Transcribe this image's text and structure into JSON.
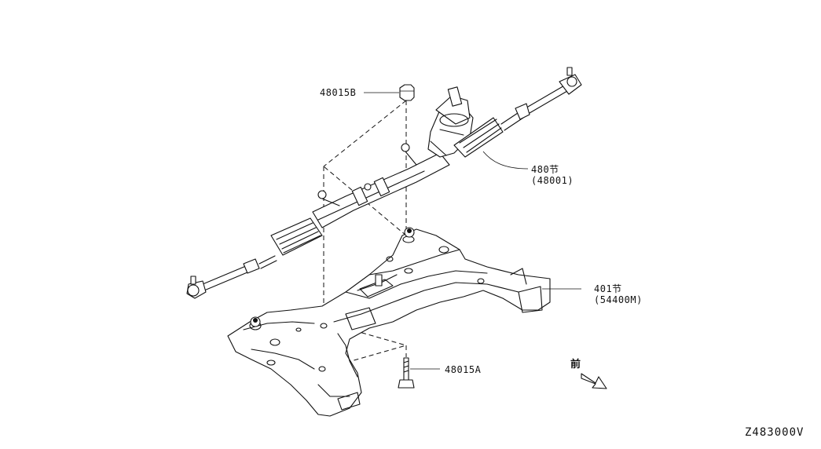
{
  "diagram": {
    "callouts": [
      {
        "id": "nut-top",
        "text": "48015B"
      },
      {
        "id": "steering-gear",
        "line1": "480节",
        "line2": "(48001)"
      },
      {
        "id": "crossmember",
        "line1": "401节",
        "line2": "(54400M)"
      },
      {
        "id": "bolt-bottom",
        "text": "48015A"
      }
    ],
    "front_marker": "前",
    "figure_code": "Z483000V"
  }
}
